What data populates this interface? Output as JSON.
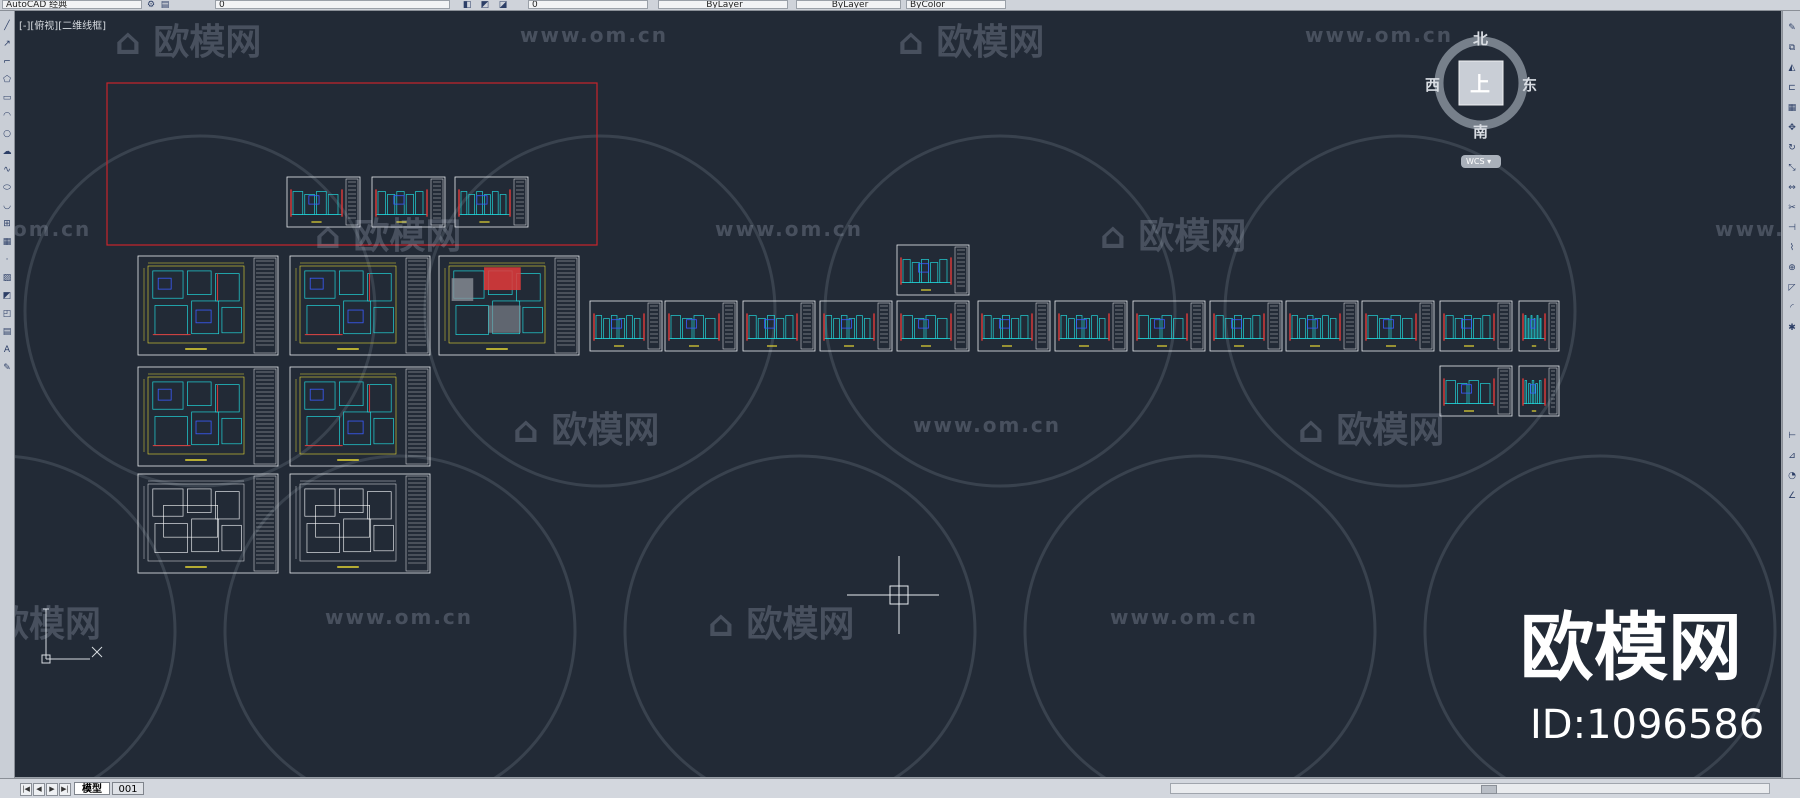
{
  "app": {
    "toolbar_fields": [
      "AutoCAD 经典",
      "",
      "0",
      "0",
      "ByLayer",
      "ByLayer",
      "ByColor"
    ]
  },
  "viewport": {
    "label": "[-][俯视][二维线框]"
  },
  "viewcube": {
    "north": "北",
    "south": "南",
    "east": "东",
    "west": "西",
    "top_face": "上",
    "ucs_label": "WCS"
  },
  "watermarks": {
    "url": "www.om.cn",
    "logo": "欧模网",
    "fragment": "om.cn"
  },
  "brand": {
    "name": "欧模网",
    "id": "ID:1096586"
  },
  "tabs": [
    {
      "label": "模型",
      "active": true
    },
    {
      "label": "001",
      "active": false
    }
  ],
  "nav_buttons": [
    "|◀",
    "◀",
    "▶",
    "▶|"
  ],
  "colors": {
    "canvas": "#222a36",
    "selection_box": "#c8252b",
    "drawing_cyan": "#21d4d8",
    "drawing_yellow": "#e6d834",
    "drawing_red": "#e33a3a",
    "drawing_blue": "#3a5bff",
    "frame_white": "#e9ecef"
  }
}
